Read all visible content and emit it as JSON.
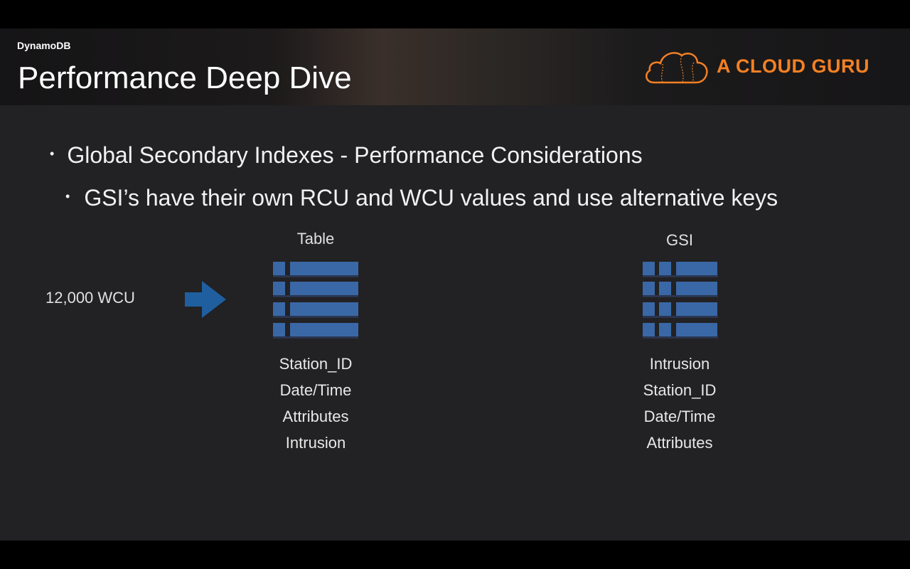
{
  "header": {
    "section": "DynamoDB",
    "title": "Performance Deep Dive",
    "brand": "A CLOUD GURU"
  },
  "bullets": [
    "Global Secondary Indexes - Performance Considerations",
    "GSI’s have their own RCU and WCU values and use alternative keys"
  ],
  "diagram": {
    "write_capacity": "12,000 WCU",
    "table": {
      "label": "Table",
      "attributes": [
        "Station_ID",
        "Date/Time",
        "Attributes",
        "Intrusion"
      ]
    },
    "gsi": {
      "label": "GSI",
      "attributes": [
        "Intrusion",
        "Station_ID",
        "Date/Time",
        "Attributes"
      ]
    }
  },
  "colors": {
    "background": "#222123",
    "brand_orange": "#f48024",
    "table_blue": "#3a68a6",
    "arrow_blue": "#1f5fa0"
  },
  "icons": [
    "cloud-logo-icon",
    "arrow-right-icon",
    "table-icon",
    "gsi-table-icon"
  ]
}
